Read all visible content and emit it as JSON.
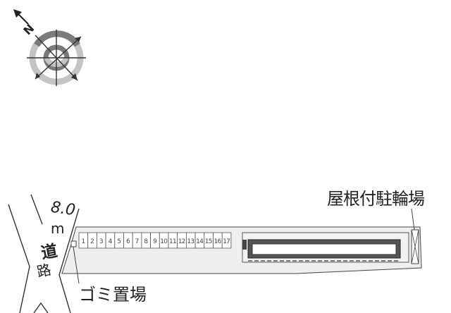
{
  "map": {
    "compass": {
      "icon": "north-arrow-compass-icon",
      "label": "N"
    },
    "road": {
      "width": "8.0",
      "unit": "m",
      "name_line1": "道",
      "name_line2": "路"
    },
    "labels": {
      "covered_bicycle_parking": "屋根付駐輪場",
      "garbage_area": "ゴミ置場"
    },
    "parking_stalls": [
      "1",
      "2",
      "3",
      "4",
      "5",
      "6",
      "7",
      "8",
      "9",
      "10",
      "11",
      "12",
      "13",
      "14",
      "15",
      "16",
      "17"
    ],
    "colors": {
      "lot_fill": "#efefef",
      "line": "#444444",
      "compass_dark": "#7a7a7a",
      "compass_light": "#bdbdbd"
    }
  }
}
